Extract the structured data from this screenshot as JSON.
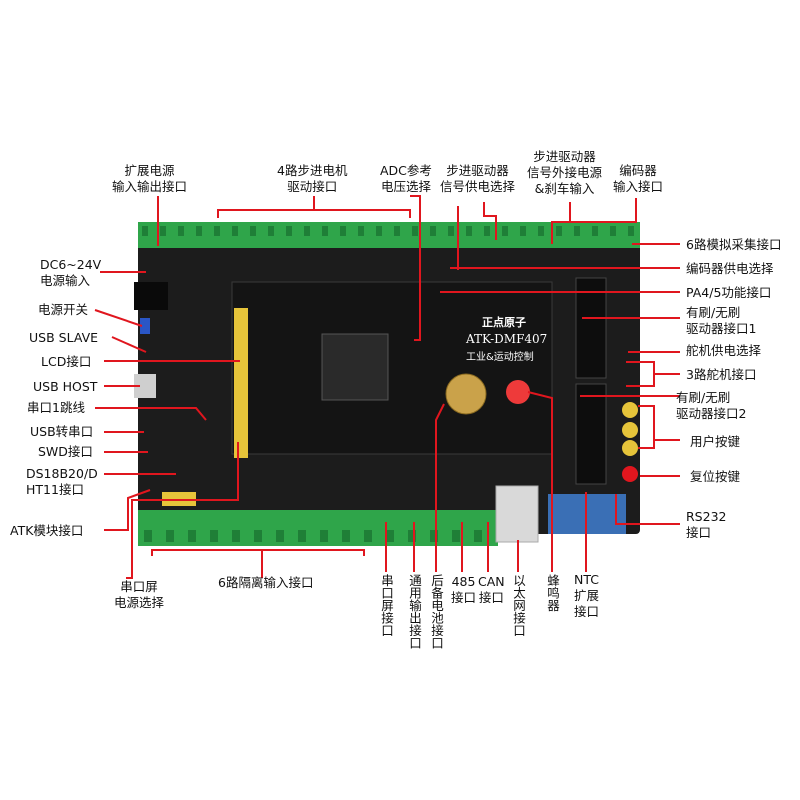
{
  "board": {
    "brand": "正点原子",
    "model": "ATK-DMF407",
    "subtitle": "工业&运动控制",
    "colors": {
      "pcb": "#1c1c1c",
      "terminal": "#2fa54a",
      "header": "#e6c43a",
      "callout": "#e0161e"
    }
  },
  "labels": {
    "ext_power": "扩展电源\n输入输出接口",
    "stepper_drive": "4路步进电机\n驱动接口",
    "adc_ref": "ADC参考\n电压选择",
    "stepper_power": "步进驱动器\n信号供电选择",
    "stepper_ext": "步进驱动器\n信号外接电源\n&刹车输入",
    "encoder_input": "编码器\n输入接口",
    "analog6": "6路模拟采集接口",
    "dc_input": "DC6~24V\n电源输入",
    "encoder_power": "编码器供电选择",
    "power_switch": "电源开关",
    "pa45": "PA4/5功能接口",
    "usb_slave": "USB SLAVE",
    "motor_if1": "有刷/无刷\n驱动器接口1",
    "lcd": "LCD接口",
    "servo_power": "舵机供电选择",
    "usb_host": "USB HOST",
    "servo3": "3路舵机接口",
    "uart1_jumper": "串口1跳线",
    "motor_if2": "有刷/无刷\n驱动器接口2",
    "usb_uart": "USB转串口",
    "user_keys": "用户按键",
    "swd": "SWD接口",
    "ds18b20": "DS18B20/D\nHT11接口",
    "reset_key": "复位按键",
    "atk_module": "ATK模块接口",
    "rs232": "RS232\n接口",
    "uart_screen_power": "串口屏\n电源选择",
    "iso6": "6路隔离输入接口",
    "uart_screen_v": "串口屏接口",
    "gpio_out_v": "通用输出接口",
    "backup_batt_v": "后备电池接口",
    "rs485": "485\n接口",
    "can": "CAN\n接口",
    "ethernet_v": "以太网接口",
    "buzzer_v": "蜂鸣器",
    "ntc": "NTC\n扩展\n接口"
  }
}
